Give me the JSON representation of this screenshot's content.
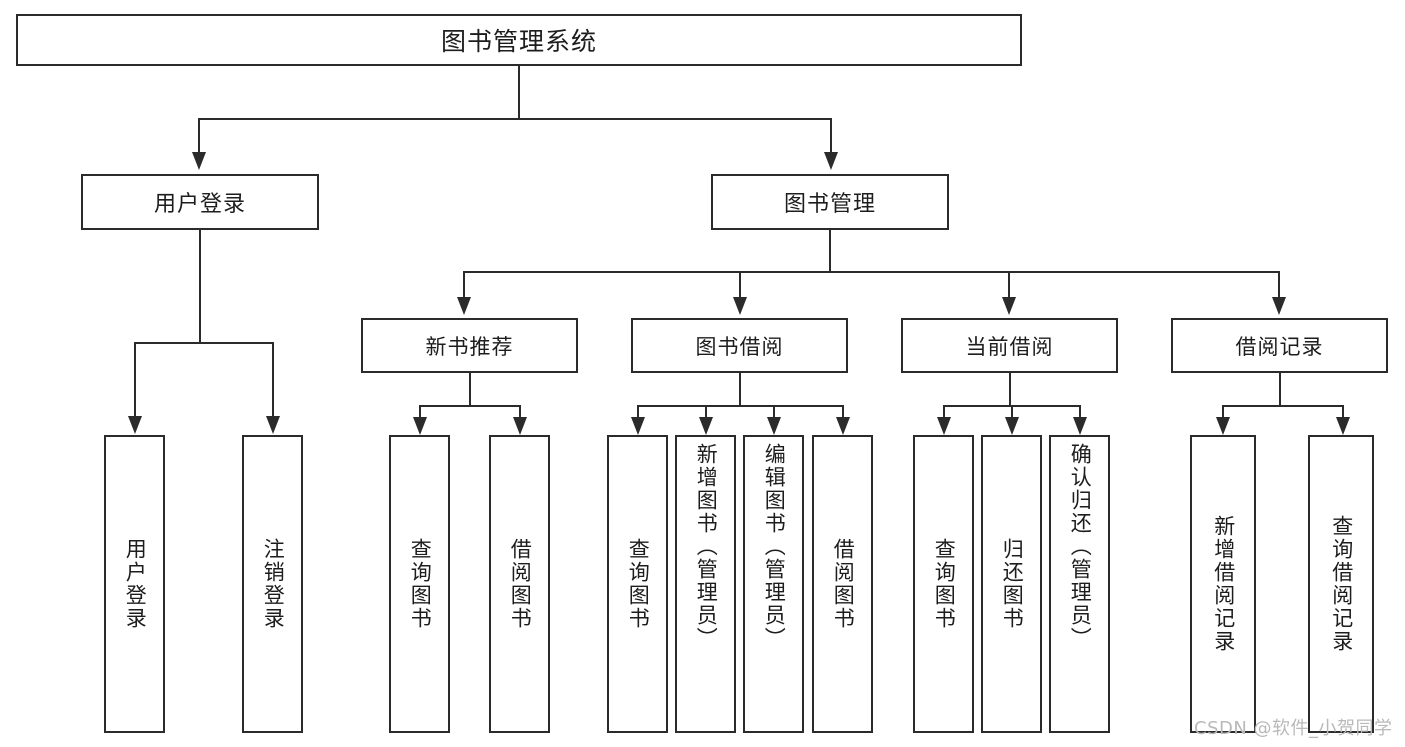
{
  "diagram": {
    "title": "图书管理系统",
    "type": "tree-hierarchy-diagram",
    "root": {
      "label": "图书管理系统"
    },
    "level1": [
      {
        "id": "user-login",
        "label": "用户登录"
      },
      {
        "id": "book-management",
        "label": "图书管理"
      }
    ],
    "level2": [
      {
        "id": "new-book-recommend",
        "label": "新书推荐",
        "parent": "book-management"
      },
      {
        "id": "book-borrow",
        "label": "图书借阅",
        "parent": "book-management"
      },
      {
        "id": "current-borrow",
        "label": "当前借阅",
        "parent": "book-management"
      },
      {
        "id": "borrow-record",
        "label": "借阅记录",
        "parent": "book-management"
      }
    ],
    "leaves": {
      "user-login": [
        {
          "id": "leaf-user-login",
          "label": "用户登录"
        },
        {
          "id": "leaf-logout",
          "label": "注销登录"
        }
      ],
      "new-book-recommend": [
        {
          "id": "leaf-query-book-1",
          "label": "查询图书"
        },
        {
          "id": "leaf-borrow-book-1",
          "label": "借阅图书"
        }
      ],
      "book-borrow": [
        {
          "id": "leaf-query-book-2",
          "label": "查询图书"
        },
        {
          "id": "leaf-add-book",
          "label": "新增图书（管理员）"
        },
        {
          "id": "leaf-edit-book",
          "label": "编辑图书（管理员）"
        },
        {
          "id": "leaf-borrow-book-2",
          "label": "借阅图书"
        }
      ],
      "current-borrow": [
        {
          "id": "leaf-query-book-3",
          "label": "查询图书"
        },
        {
          "id": "leaf-return-book",
          "label": "归还图书"
        },
        {
          "id": "leaf-confirm-return",
          "label": "确认归还（管理员）"
        }
      ],
      "borrow-record": [
        {
          "id": "leaf-add-record",
          "label": "新增借阅记录"
        },
        {
          "id": "leaf-query-record",
          "label": "查询借阅记录"
        }
      ]
    }
  },
  "watermark": {
    "text": "CSDN @软件_小贺同学"
  },
  "colors": {
    "stroke": "#2b2b2b",
    "background": "#ffffff",
    "text": "#1d1d1d",
    "watermark": "#b9b9b9"
  }
}
